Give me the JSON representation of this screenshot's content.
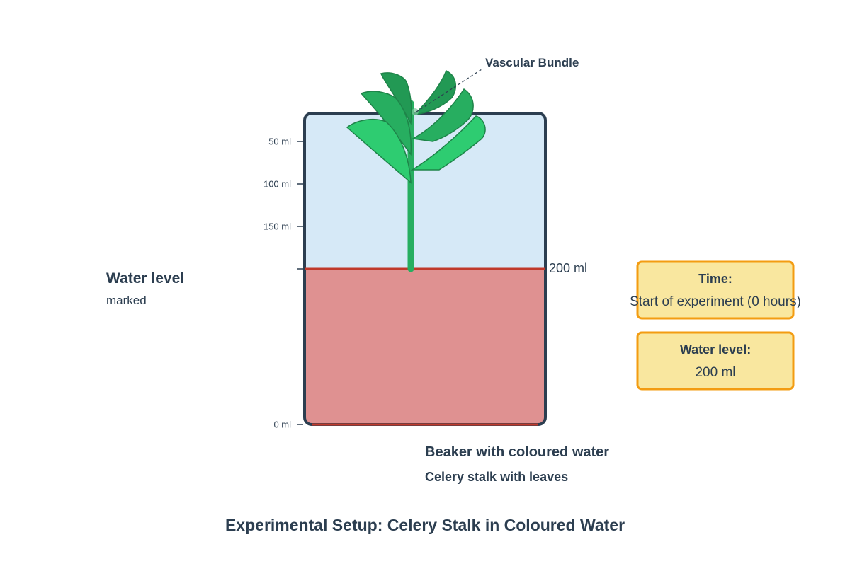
{
  "colors": {
    "text": "#2c3e50",
    "beaker_outline": "#2c3e50",
    "air_fill": "#d6e9f7",
    "water_fill": "#df9191",
    "water_line": "#c0392b",
    "leaf_dark": "#229954",
    "leaf_mid": "#27ae60",
    "leaf_light": "#2ecc71",
    "leaf_stroke": "#1e8449",
    "stalk": "#27ae60",
    "box_fill": "#f9e79f",
    "box_stroke": "#f39c12"
  },
  "scale": {
    "ticks": [
      "0 ml",
      "50 ml",
      "100 ml",
      "150 ml"
    ],
    "water_level_mark": "200 ml"
  },
  "labels": {
    "vascular_bundle": "Vascular Bundle",
    "water_level_title": "Water level",
    "water_level_sub": "marked",
    "beaker": "Beaker with coloured water",
    "celery": "Celery stalk with leaves",
    "title": "Experimental Setup: Celery Stalk in Coloured Water"
  },
  "info_boxes": {
    "time": {
      "title": "Time:",
      "value": "Start of experiment (0 hours)"
    },
    "water": {
      "title": "Water level:",
      "value": "200 ml"
    }
  }
}
